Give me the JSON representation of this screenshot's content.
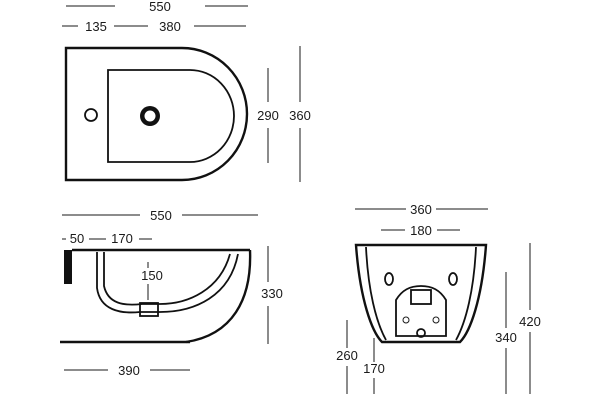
{
  "colors": {
    "line": "#111111",
    "text": "#1a1a1a",
    "background": "#ffffff"
  },
  "top_view": {
    "overall_width": "550",
    "left_offset": "135",
    "inner_width": "380",
    "inner_depth": "290",
    "overall_depth": "360"
  },
  "side_view": {
    "overall_length": "550",
    "rim_offset": "50",
    "tap_offset": "170",
    "waste_depth": "150",
    "height": "330",
    "base_length": "390"
  },
  "front_view": {
    "overall_width": "360",
    "fixing_width": "180",
    "total_height": "420",
    "fixing_height": "340",
    "waste_height": "260",
    "inlet_height": "170"
  }
}
